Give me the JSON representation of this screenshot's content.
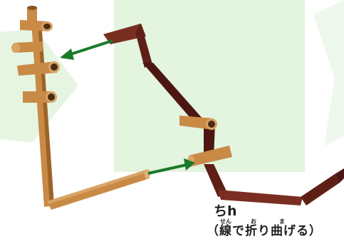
{
  "caption": {
    "title": "ちh",
    "subtitle": "（線で折り曲げる）",
    "ruby": {
      "sen": "せん",
      "o": "お",
      "ma": "ま"
    }
  },
  "colors": {
    "green_bg": "#e3f4df",
    "bamboo": "#c98a46",
    "bamboo_dark": "#9c6329",
    "strip": "#7a2e22",
    "strip_dark": "#4c1712",
    "arrow": "#1a7a2a"
  },
  "icons": {
    "arrow_1": "arrow-left-icon",
    "arrow_2": "arrow-right-icon"
  }
}
